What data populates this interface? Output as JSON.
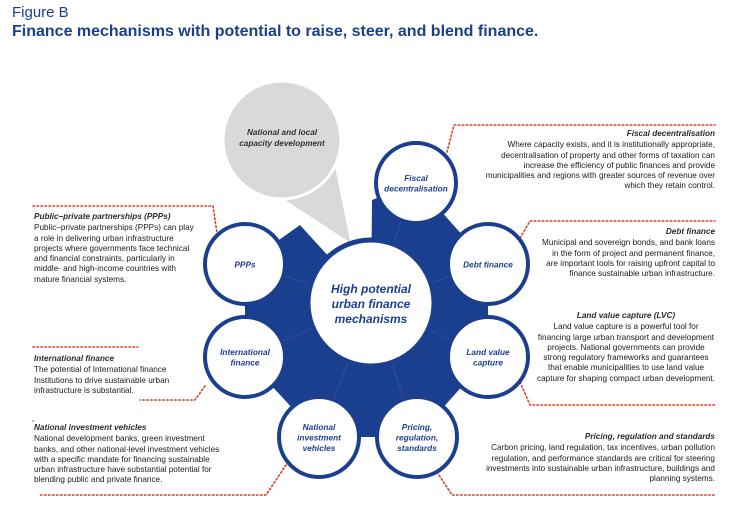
{
  "figure_label": "Figure B",
  "title": "Finance mechanisms with potential to raise, steer, and blend finance.",
  "colors": {
    "navy": "#1b3f8f",
    "ring_border": "#1b3f8f",
    "accent_dots": "#d9412b",
    "bubble_fill": "#d9d9d9"
  },
  "hub": {
    "lines": [
      "High potential",
      "urban finance",
      "mechanisms"
    ]
  },
  "bubble": {
    "lines": [
      "National and local",
      "capacity development"
    ]
  },
  "nodes": [
    {
      "id": "fiscal",
      "lines": [
        "Fiscal",
        "decentralisation"
      ]
    },
    {
      "id": "debt",
      "lines": [
        "Debt finance"
      ]
    },
    {
      "id": "lvc",
      "lines": [
        "Land value",
        "capture"
      ]
    },
    {
      "id": "pricing",
      "lines": [
        "Pricing,",
        "regulation,",
        "standards"
      ]
    },
    {
      "id": "nivs",
      "lines": [
        "National",
        "investment",
        "vehicles"
      ]
    },
    {
      "id": "intl",
      "lines": [
        "International",
        "finance"
      ]
    },
    {
      "id": "ppps",
      "lines": [
        "PPPs"
      ]
    }
  ],
  "descriptions": {
    "fiscal": {
      "heading": "Fiscal decentralisation",
      "body": "Where capacity exists, and it is institutionally appropriate, decentralisation of property and other forms of taxation can increase the efficiency of public finances and provide municipalities and regions with greater sources of revenue over which they retain control."
    },
    "debt": {
      "heading": "Debt finance",
      "body": "Municipal and sovereign bonds, and bank loans in the form of project and permanent finance, are important tools for raising upfront capital to finance sustainable urban infrastructure."
    },
    "lvc": {
      "heading": "Land value capture (LVC)",
      "body": "Land value capture is a powerful tool for financing large urban transport and development projects. National governments can provide strong regulatory frameworks and guarantees that enable municipalities to use land value capture for shaping compact urban development."
    },
    "pricing": {
      "heading": "Pricing, regulation and standards",
      "body": "Carbon pricing, land regulation, tax incentives, urban pollution regulation, and performance standards are critical for steering investments into sustainable urban infrastructure, buildings and planning systems."
    },
    "ppps": {
      "heading": "Public–private partnerships (PPPs)",
      "body": "Public–private partnerships (PPPs) can play a role in delivering urban infrastructure projects where governments face technical and financial constraints, particularly in middle- and high-income countries with mature financial systems."
    },
    "intl": {
      "heading": "International finance",
      "body": "The potential of International finance Institutions to drive sustainable urban infrastructure is substantial."
    },
    "nivs": {
      "heading": "National investment vehicles",
      "body": "National development banks, green investment banks, and other national-level investment vehicles with a specific mandate for financing sustainable urban infrastructure have substantial potential for blending public and private finance."
    }
  }
}
